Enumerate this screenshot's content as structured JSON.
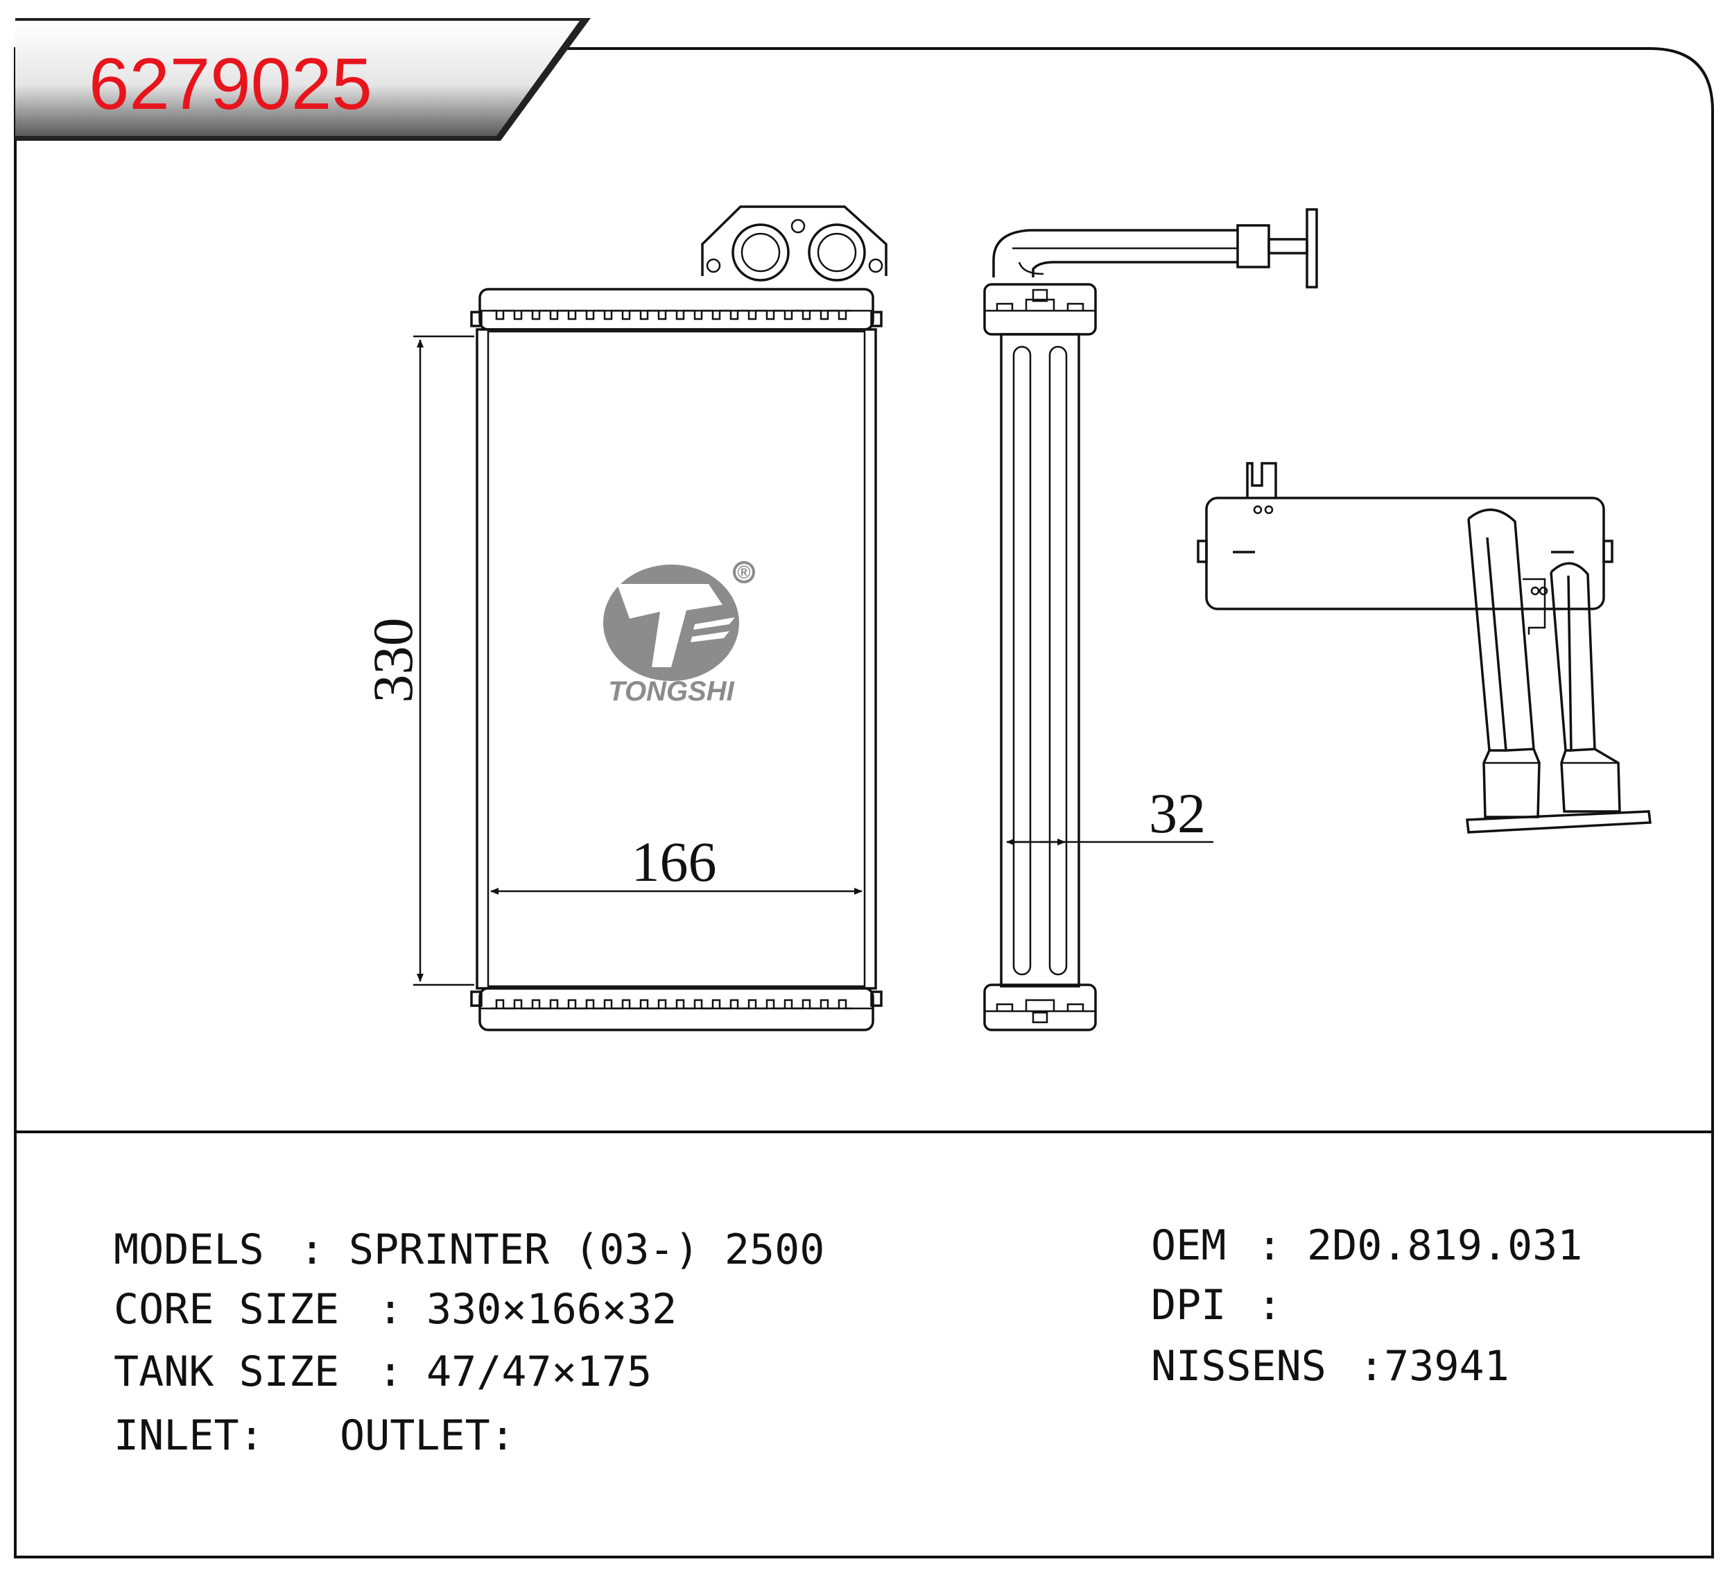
{
  "header": {
    "part_number": "6279025"
  },
  "logo": {
    "brand": "TONGSHI",
    "registered": "®"
  },
  "dimensions": {
    "height": "330",
    "width": "166",
    "thickness": "32"
  },
  "specs": {
    "models_label": "MODELS",
    "models_value": "SPRINTER (03-) 2500",
    "core_size_label": "CORE SIZE",
    "core_size_value": "330×166×32",
    "tank_size_label": "TANK SIZE",
    "tank_size_value": "47/47×175",
    "inlet_label": "INLET:",
    "outlet_label": "OUTLET:",
    "oem_label": "OEM",
    "oem_value": "2D0.819.031",
    "dpi_label": "DPI",
    "dpi_value": "",
    "nissens_label": "NISSENS",
    "nissens_value": ":73941",
    "separator": ":"
  },
  "colors": {
    "part_number": "#e8141c",
    "logo": "#8c8c8c",
    "lines": "#111111"
  }
}
